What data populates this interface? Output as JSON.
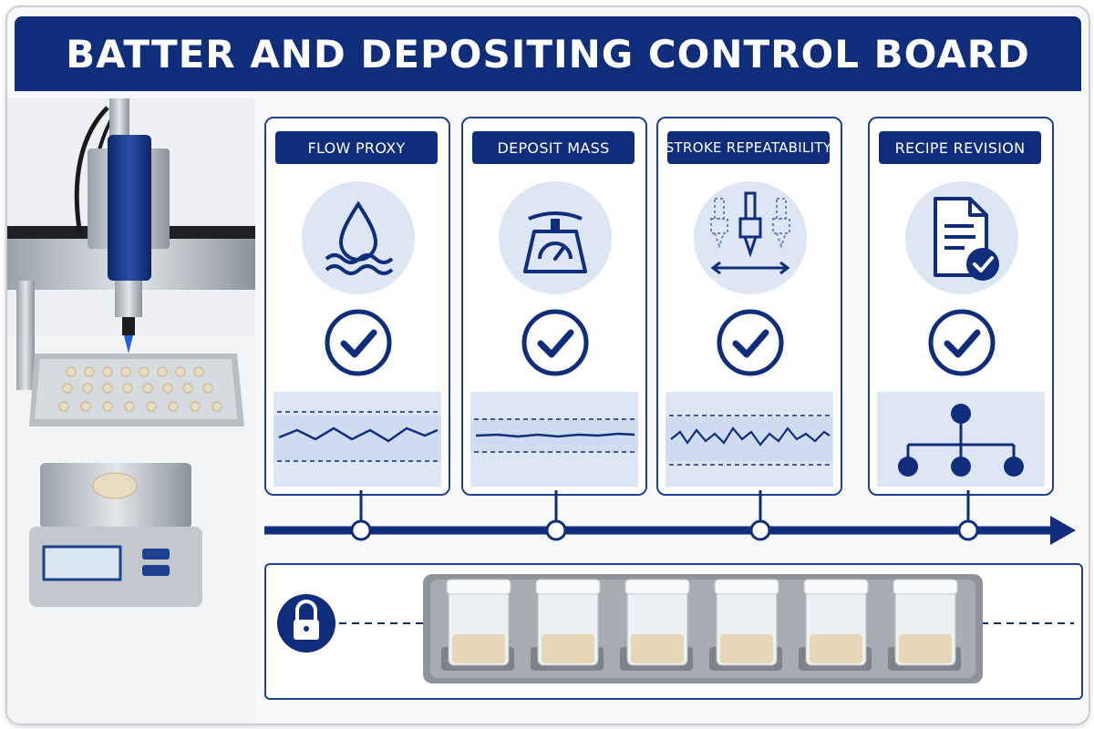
{
  "header": {
    "title": "BATTER AND DEPOSITING CONTROL BOARD"
  },
  "colors": {
    "navy": "#0f2d7a",
    "light_blue": "#dde6f5",
    "chart_bg": "#cfdcf0",
    "accent": "#1f3f8f"
  },
  "cards": [
    {
      "label": "FLOW PROXY",
      "icon": "water-drop-icon",
      "status": "check"
    },
    {
      "label": "DEPOSIT MASS",
      "icon": "weighing-scale-icon",
      "status": "check"
    },
    {
      "label": "STROKE REPEATABILITY",
      "icon": "depositor-nozzle-icon",
      "status": "check"
    },
    {
      "label": "RECIPE REVISION",
      "icon": "document-check-icon",
      "status": "check"
    }
  ],
  "tray": {
    "cup_count": 6,
    "lock_icon": "padlock-icon"
  }
}
